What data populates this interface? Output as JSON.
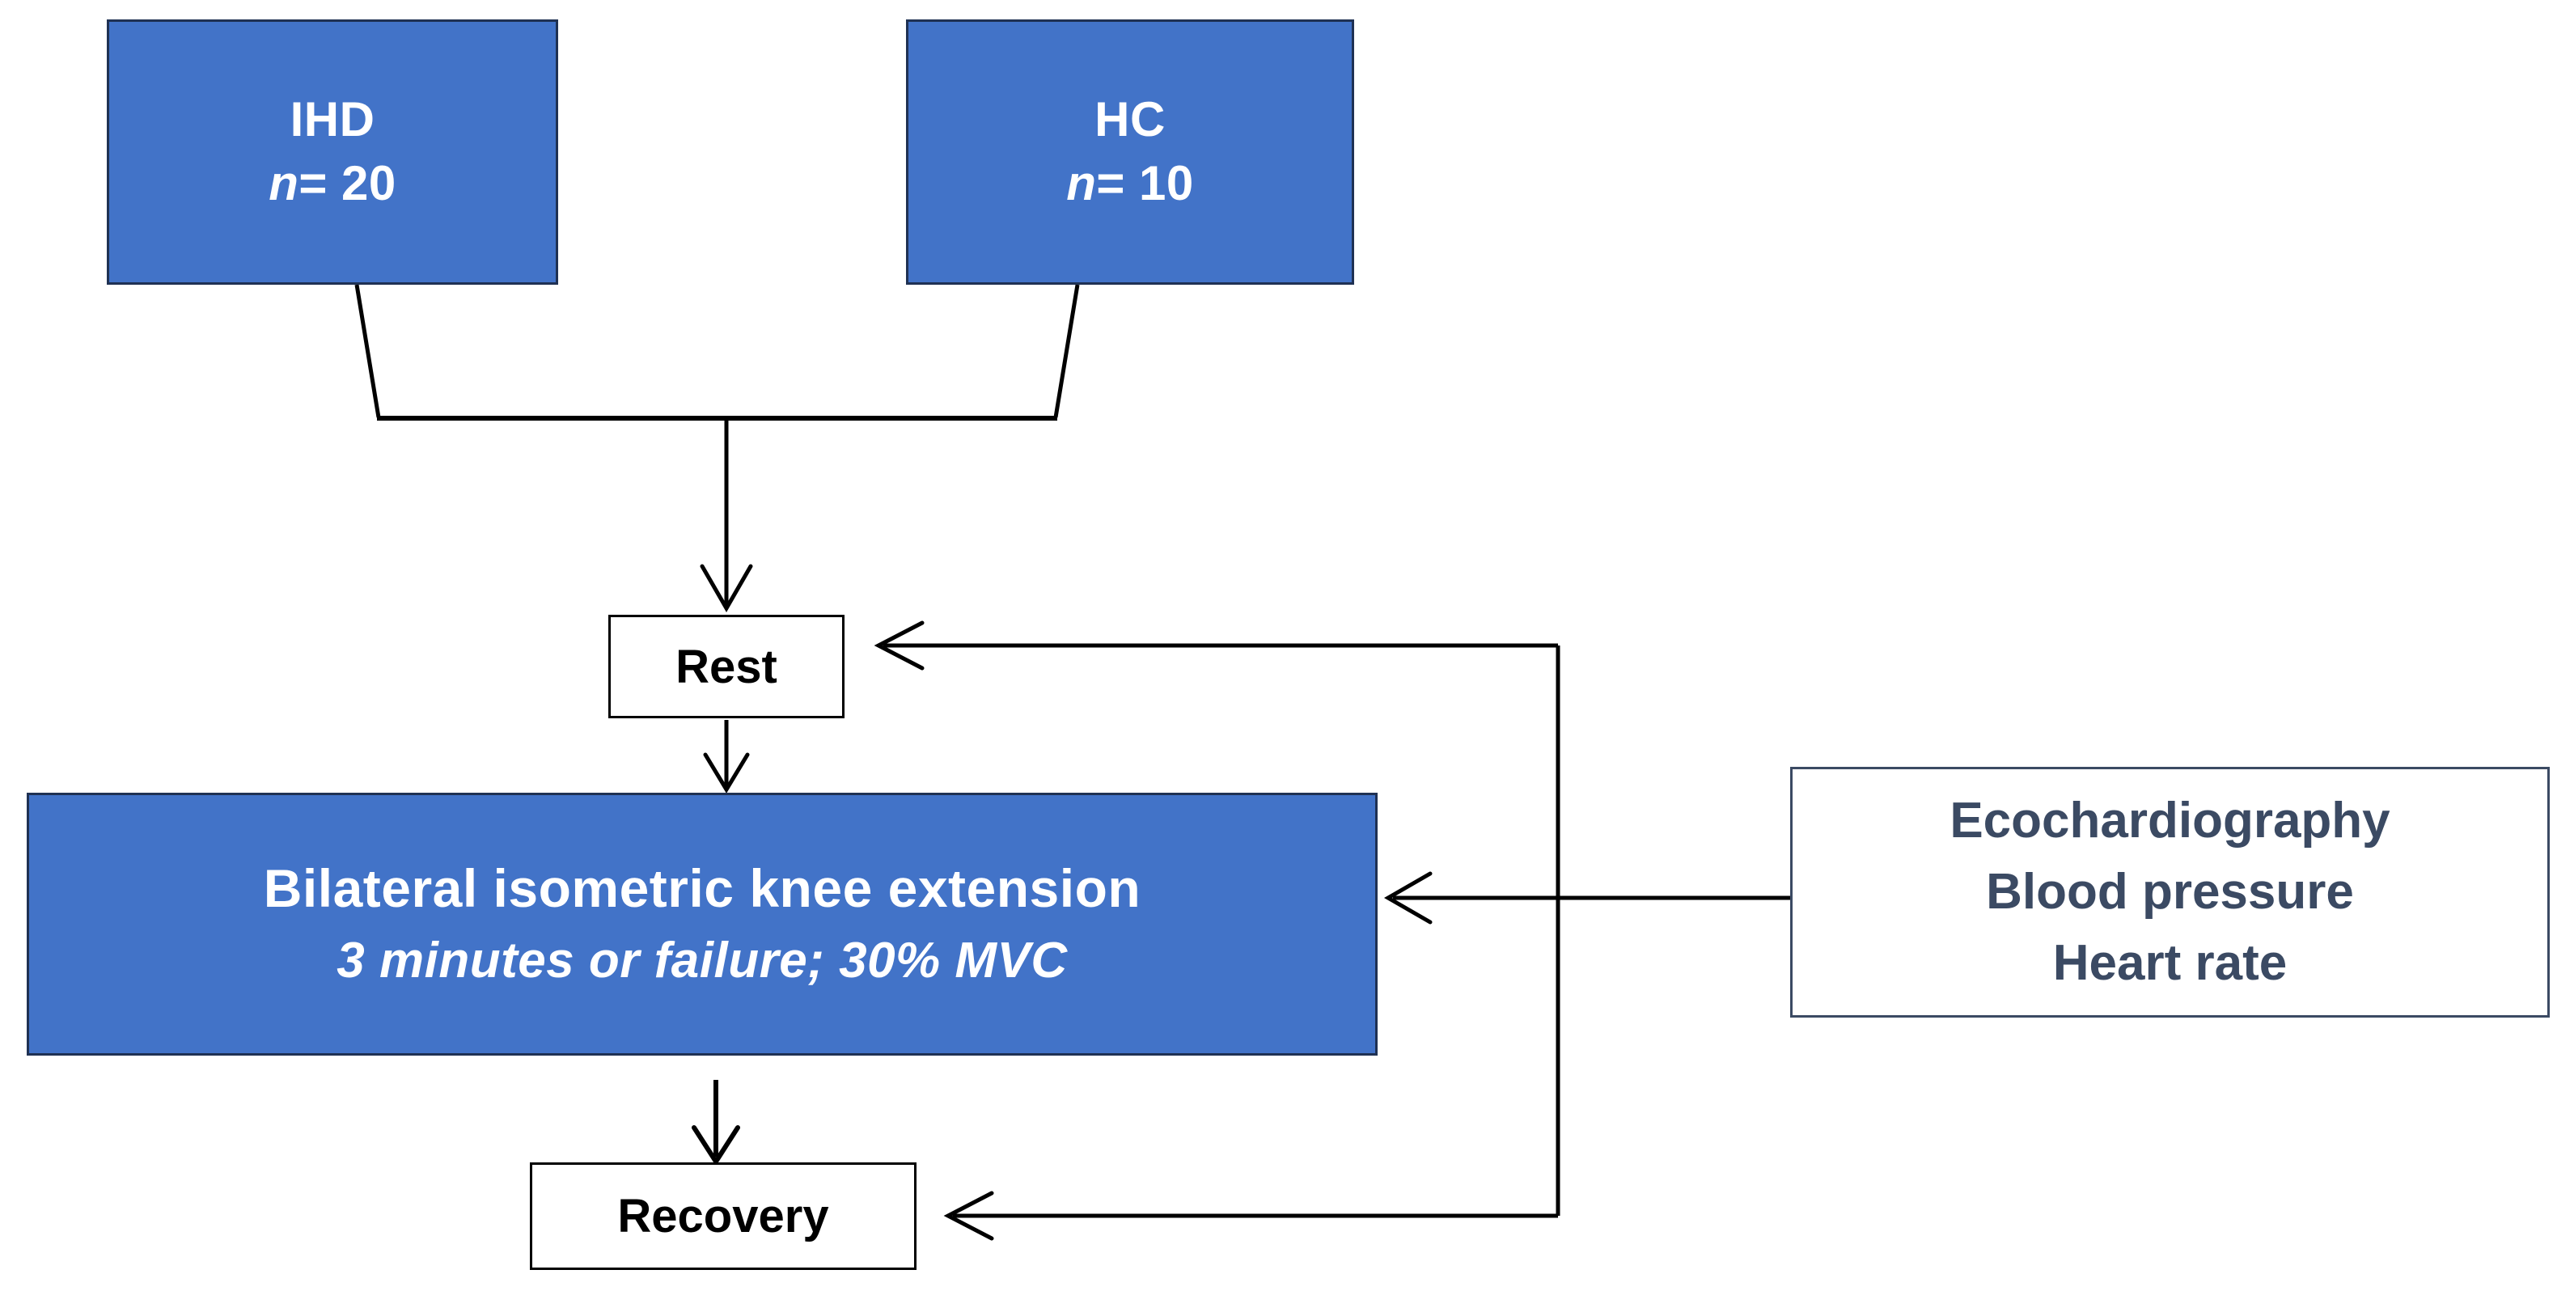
{
  "diagram": {
    "type": "study-protocol-flowchart",
    "background_color": "#ffffff",
    "palette": {
      "group_box_fill": "#4273c8",
      "group_box_border": "#1f3153",
      "group_box_text": "#ffffff",
      "plain_box_fill": "#ffffff",
      "plain_box_border": "#000000",
      "plain_box_text": "#000000",
      "measure_box_border": "#3b4a63",
      "measure_box_text": "#3b4a63",
      "connector_color": "#000000"
    },
    "nodes": {
      "ihd": {
        "title": "IHD",
        "n_label": "n",
        "n_value": "= 20"
      },
      "hc": {
        "title": "HC",
        "n_label": "n",
        "n_value": "= 10"
      },
      "rest": {
        "label": "Rest"
      },
      "exercise": {
        "line1": "Bilateral isometric knee extension",
        "line2": "3 minutes or failure; 30% MVC"
      },
      "recovery": {
        "label": "Recovery"
      },
      "measurements": {
        "items": [
          "Ecochardiography",
          "Blood pressure",
          "Heart rate"
        ]
      }
    },
    "connectors": [
      {
        "name": "ihd-to-junction",
        "from": "ihd",
        "to": "merge-junction",
        "arrowhead": false
      },
      {
        "name": "hc-to-junction",
        "from": "hc",
        "to": "merge-junction",
        "arrowhead": false
      },
      {
        "name": "junction-to-rest",
        "from": "merge-junction",
        "to": "rest",
        "arrowhead": true
      },
      {
        "name": "rest-to-exercise",
        "from": "rest",
        "to": "exercise",
        "arrowhead": true
      },
      {
        "name": "exercise-to-recovery",
        "from": "exercise",
        "to": "recovery",
        "arrowhead": true
      },
      {
        "name": "measurements-to-rest",
        "from": "measurements",
        "to": "rest",
        "arrowhead": true
      },
      {
        "name": "measurements-to-exercise",
        "from": "measurements",
        "to": "exercise",
        "arrowhead": true
      },
      {
        "name": "measurements-to-recovery",
        "from": "measurements",
        "to": "recovery",
        "arrowhead": true
      }
    ]
  }
}
